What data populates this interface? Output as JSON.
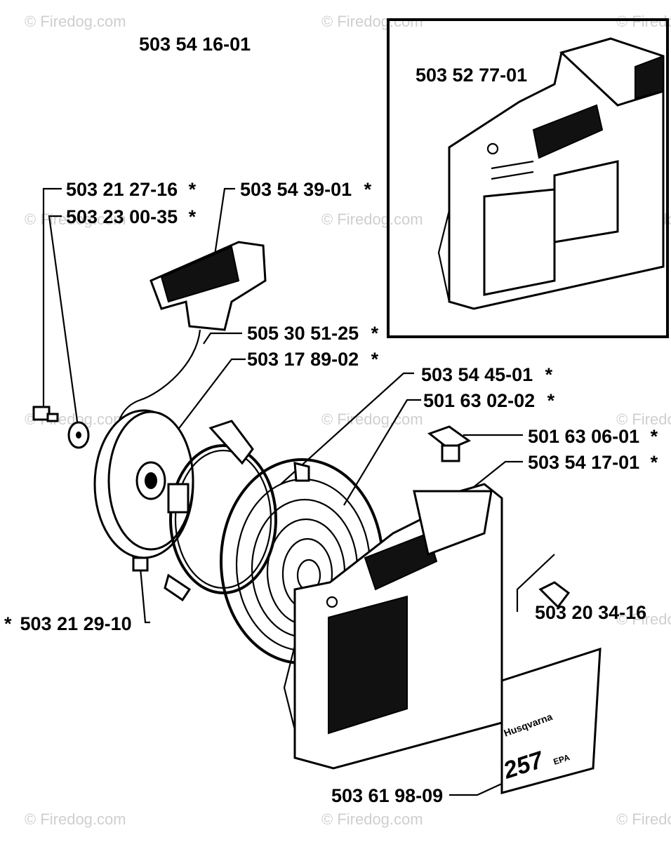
{
  "watermark": "© Firedog.com",
  "inset_part": "503 52 77-01",
  "assembly_part": "503 54 16-01",
  "labels": [
    {
      "id": "bolt_top",
      "text": "503 21 27-16",
      "star": "*"
    },
    {
      "id": "washer",
      "text": "503 23 00-35",
      "star": "*"
    },
    {
      "id": "handle",
      "text": "503 54 39-01",
      "star": "*"
    },
    {
      "id": "rope",
      "text": "505 30 51-25",
      "star": "*"
    },
    {
      "id": "pulley",
      "text": "503 17 89-02",
      "star": "*"
    },
    {
      "id": "spring",
      "text": "503 54 45-01",
      "star": "*"
    },
    {
      "id": "spring_hold",
      "text": "501 63 02-02",
      "star": "*"
    },
    {
      "id": "guide",
      "text": "501 63 06-01",
      "star": "*"
    },
    {
      "id": "housing",
      "text": "503 54 17-01",
      "star": "*"
    },
    {
      "id": "screw_right",
      "text": "503 20 34-16",
      "star": ""
    },
    {
      "id": "screw_left",
      "text": "503 21 29-10",
      "star": "*"
    },
    {
      "id": "decal",
      "text": "503 61 98-09",
      "star": ""
    }
  ],
  "decal_text": {
    "brand": "Husqvarna",
    "model": "257",
    "suffix": "EPA"
  }
}
